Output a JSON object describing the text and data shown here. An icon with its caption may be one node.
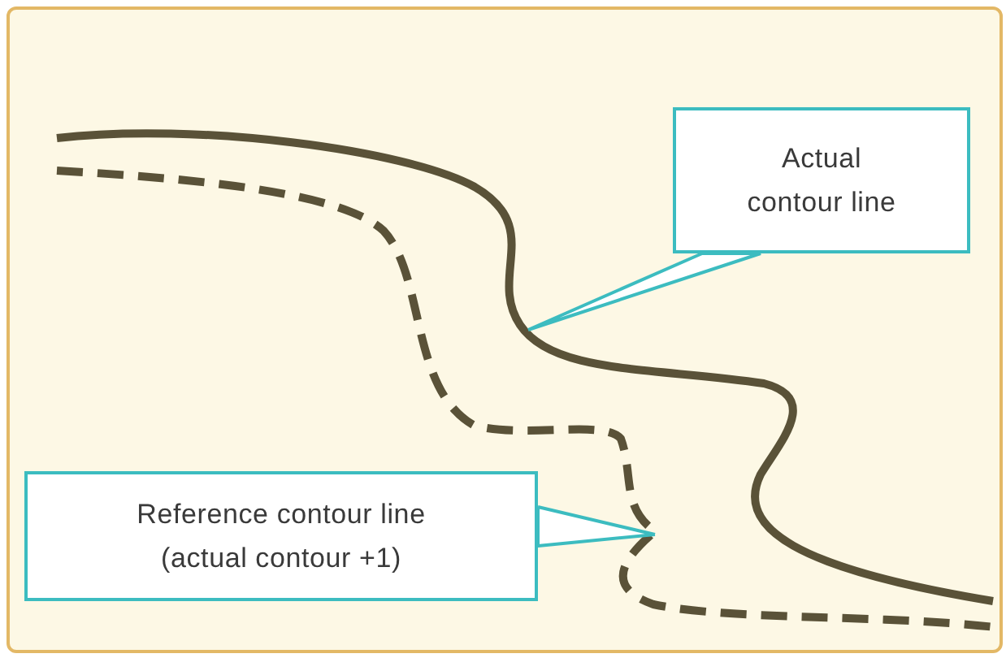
{
  "diagram": {
    "nodes": [
      {
        "text": [
          "Actual contour line"
        ]
      },
      {
        "text": [
          "Reference contour line (actual contour +1)"
        ]
      }
    ],
    "edges": [
      {
        "from": 0,
        "to": null,
        "arrow": "none"
      },
      {
        "from": 1,
        "to": null,
        "arrow": "none"
      }
    ]
  }
}
